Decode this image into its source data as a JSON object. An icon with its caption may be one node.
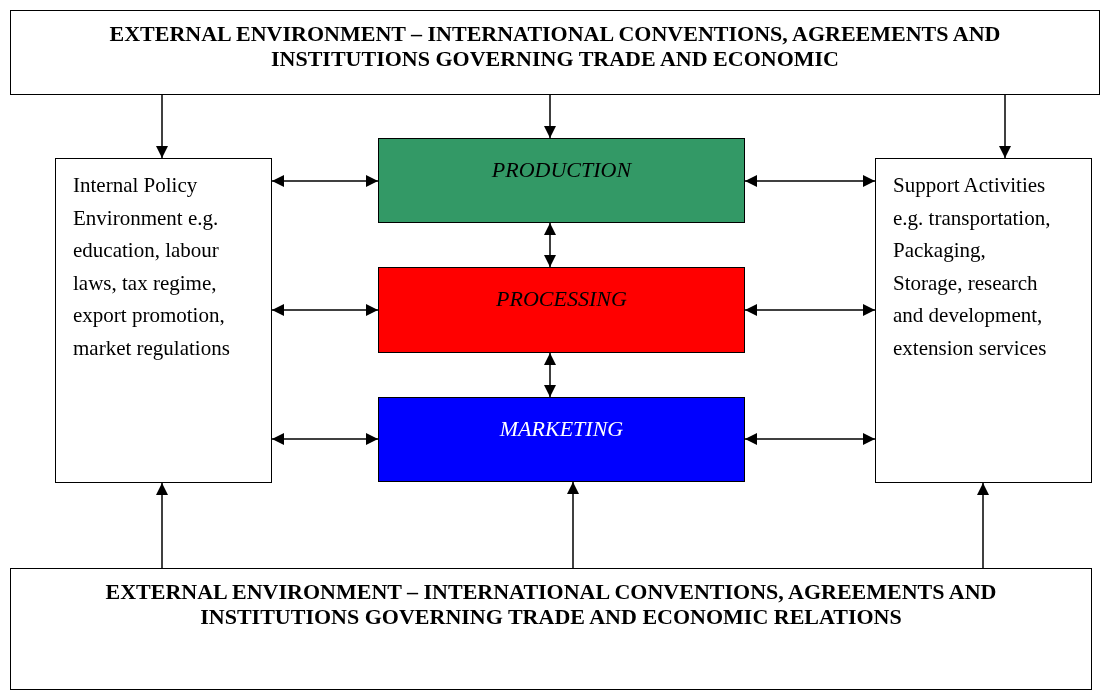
{
  "diagram": {
    "nodes": [
      {
        "text": [
          "EXTERNAL ENVIRONMENT – INTERNATIONAL CONVENTIONS, AGREEMENTS AND INSTITUTIONS GOVERNING TRADE AND ECONOMIC"
        ]
      },
      {
        "text": [
          "Internal Policy Environment e.g. education, labour laws, tax regime, export promotion, market regulations"
        ]
      },
      {
        "text": [
          "PRODUCTION"
        ]
      },
      {
        "text": [
          "PROCESSING"
        ]
      },
      {
        "text": [
          "MARKETING"
        ]
      },
      {
        "text": [
          "Support Activities e.g. transportation, Packaging, Storage, research and development, extension services"
        ]
      },
      {
        "text": [
          "EXTERNAL ENVIRONMENT – INTERNATIONAL CONVENTIONS, AGREEMENTS AND INSTITUTIONS GOVERNING TRADE AND ECONOMIC RELATIONS"
        ]
      }
    ],
    "edges": [
      {
        "from": 0,
        "to": 1,
        "arrow": "to"
      },
      {
        "from": 0,
        "to": 2,
        "arrow": "to"
      },
      {
        "from": 0,
        "to": 5,
        "arrow": "to"
      },
      {
        "from": 1,
        "to": 2,
        "arrow": "both"
      },
      {
        "from": 2,
        "to": 5,
        "arrow": "both"
      },
      {
        "from": 1,
        "to": 3,
        "arrow": "both"
      },
      {
        "from": 3,
        "to": 5,
        "arrow": "both"
      },
      {
        "from": 1,
        "to": 4,
        "arrow": "both"
      },
      {
        "from": 4,
        "to": 5,
        "arrow": "both"
      },
      {
        "from": 2,
        "to": 3,
        "arrow": "both"
      },
      {
        "from": 3,
        "to": 4,
        "arrow": "both"
      },
      {
        "from": 6,
        "to": 1,
        "arrow": "to"
      },
      {
        "from": 6,
        "to": 4,
        "arrow": "to"
      },
      {
        "from": 6,
        "to": 5,
        "arrow": "to"
      }
    ]
  }
}
